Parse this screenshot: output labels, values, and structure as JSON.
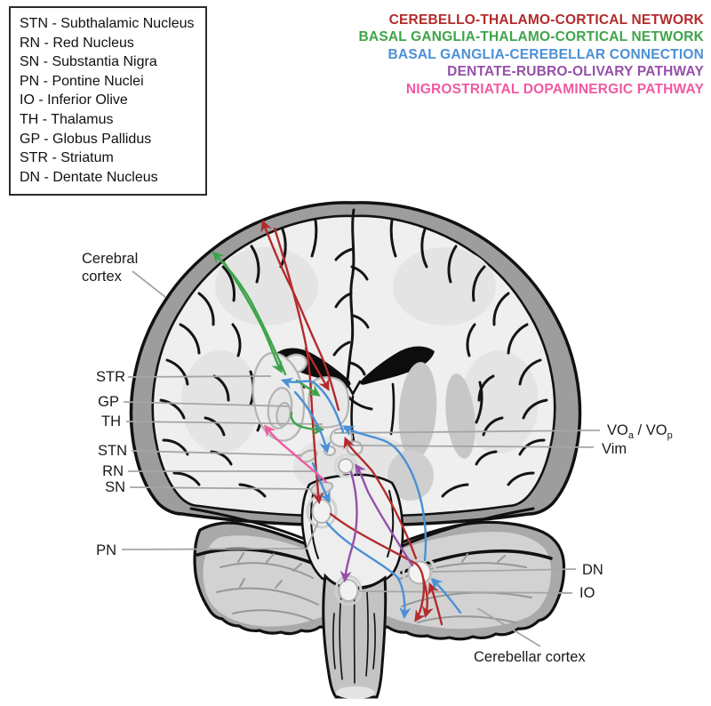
{
  "abbrev_legend": {
    "items": [
      "STN - Subthalamic Nucleus",
      "RN - Red Nucleus",
      "SN - Substantia Nigra",
      "PN - Pontine Nuclei",
      "IO - Inferior Olive",
      "TH - Thalamus",
      "GP - Globus Pallidus",
      "STR - Striatum",
      "DN - Dentate Nucleus"
    ]
  },
  "networks": [
    {
      "label": "CEREBELLO-THALAMO-CORTICAL NETWORK",
      "color": "#b32b2c"
    },
    {
      "label": "BASAL GANGLIA-THALAMO-CORTICAL NETWORK",
      "color": "#3ea44a"
    },
    {
      "label": "BASAL GANGLIA-CEREBELLAR CONNECTION",
      "color": "#4b90d6"
    },
    {
      "label": "DENTATE-RUBRO-OLIVARY PATHWAY",
      "color": "#9551a8"
    },
    {
      "label": "NIGROSTRIATAL DOPAMINERGIC PATHWAY",
      "color": "#f159a1"
    }
  ],
  "anatomy_labels": {
    "cerebral_cortex_line1": "Cerebral",
    "cerebral_cortex_line2": "cortex",
    "str": "STR",
    "gp": "GP",
    "th": "TH",
    "stn": "STN",
    "rn": "RN",
    "sn": "SN",
    "pn": "PN",
    "vo_main": "VO",
    "vo_sub_a": "a",
    "vo_mid": " / VO",
    "vo_sub_p": "p",
    "vim": "Vim",
    "dn": "DN",
    "io": "IO",
    "cerebellar_cortex": "Cerebellar cortex"
  }
}
